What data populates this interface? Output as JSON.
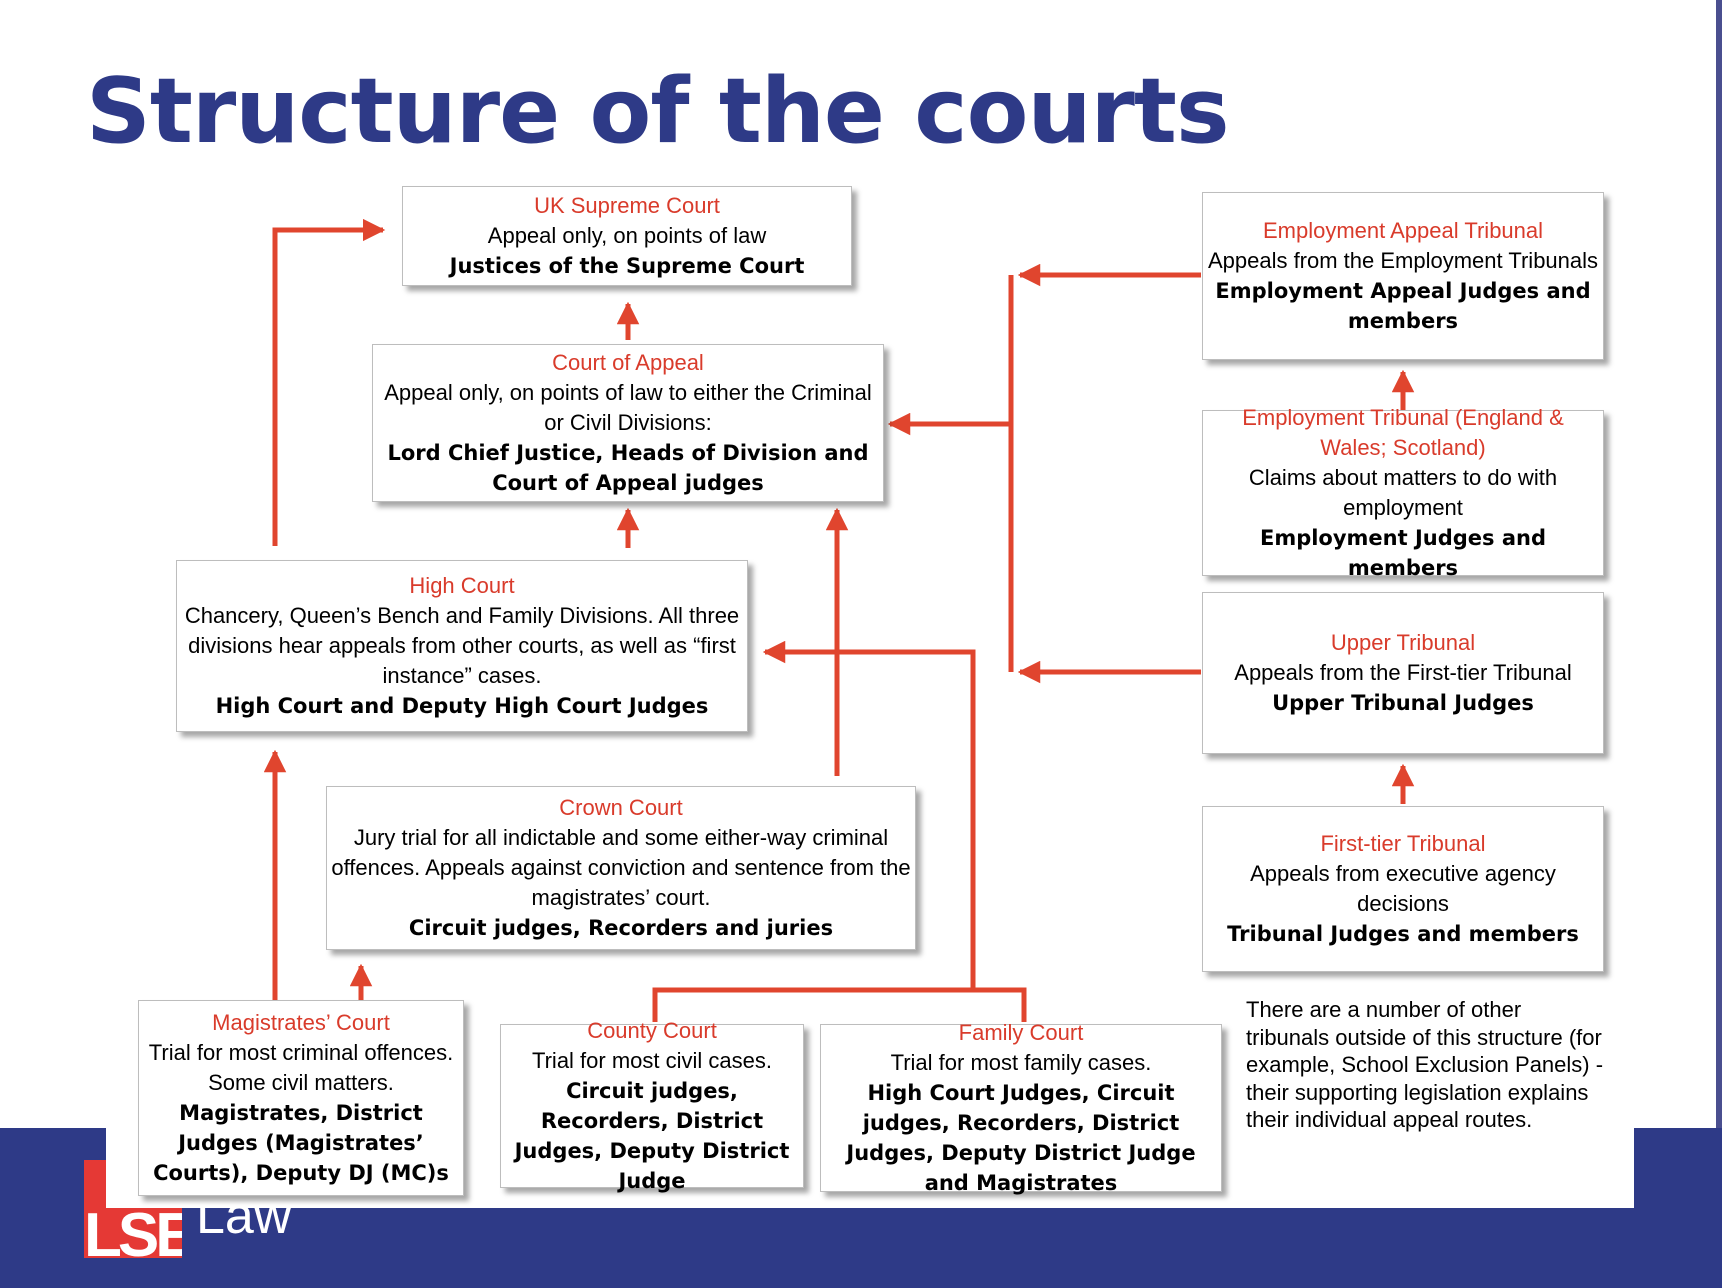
{
  "slide": {
    "title": "Structure of the courts",
    "logo_text": "LSE",
    "logo_label": "Law"
  },
  "colors": {
    "title": "#2e3a87",
    "court_name": "#d93b2b",
    "arrow": "#e0452e",
    "footer": "#2e3a87"
  },
  "courts": {
    "supreme": {
      "name": "UK Supreme Court",
      "desc": "Appeal only, on points of law",
      "judges": "Justices of the Supreme Court"
    },
    "appeal": {
      "name": "Court of Appeal",
      "desc": "Appeal only, on points of law to either the Criminal or Civil Divisions:",
      "judges": "Lord Chief Justice, Heads of Division and Court of Appeal judges"
    },
    "high": {
      "name": "High Court",
      "desc": "Chancery, Queen’s Bench and Family Divisions. All three divisions hear appeals from other courts, as well as “first instance” cases.",
      "judges": "High Court and Deputy High Court Judges"
    },
    "crown": {
      "name": "Crown Court",
      "desc": "Jury trial for all indictable and some either-way criminal offences. Appeals against conviction and sentence from the magistrates’ court.",
      "judges": "Circuit judges, Recorders and juries"
    },
    "magistrates": {
      "name": "Magistrates’ Court",
      "desc": "Trial for most criminal offences. Some civil matters.",
      "judges": "Magistrates, District Judges (Magistrates’ Courts), Deputy DJ (MC)s"
    },
    "county": {
      "name": "County Court",
      "desc": "Trial for most civil cases.",
      "judges": "Circuit judges, Recorders, District Judges, Deputy District Judge"
    },
    "family": {
      "name": "Family Court",
      "desc": "Trial for most family cases.",
      "judges": "High Court Judges, Circuit judges, Recorders, District Judges, Deputy District Judge and Magistrates"
    },
    "eat": {
      "name": "Employment Appeal Tribunal",
      "desc": "Appeals from the Employment Tribunals",
      "judges": "Employment Appeal Judges and members"
    },
    "et": {
      "name": "Employment Tribunal (England & Wales; Scotland)",
      "desc": "Claims about matters to do with employment",
      "judges": "Employment Judges and members"
    },
    "upper": {
      "name": "Upper Tribunal",
      "desc": "Appeals from the First-tier Tribunal",
      "judges": "Upper Tribunal Judges"
    },
    "first_tier": {
      "name": "First-tier Tribunal",
      "desc": "Appeals from executive agency decisions",
      "judges": "Tribunal Judges and members"
    }
  },
  "note": "There are a number of other tribunals outside of this structure (for example, School Exclusion Panels) - their supporting legislation explains their individual appeal routes."
}
